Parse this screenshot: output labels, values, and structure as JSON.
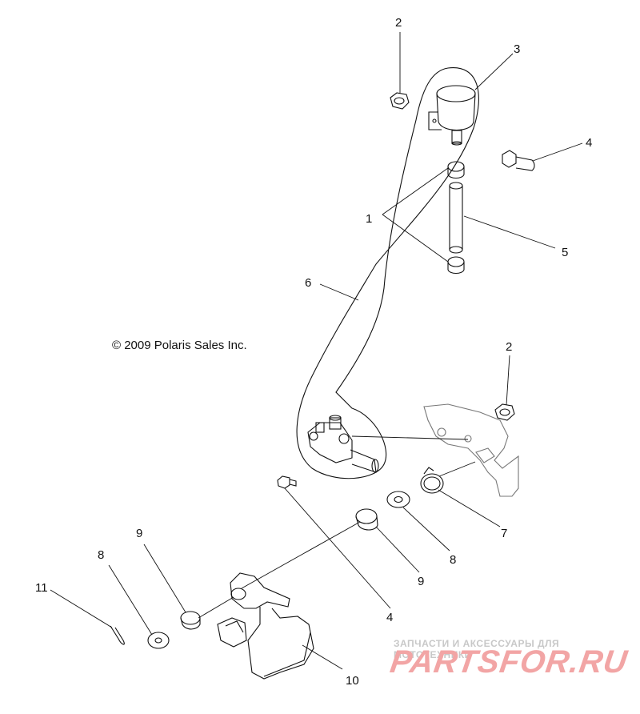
{
  "copyright": "© 2009 Polaris Sales Inc.",
  "callouts": [
    "1",
    "2",
    "2",
    "3",
    "4",
    "4",
    "5",
    "6",
    "7",
    "8",
    "8",
    "9",
    "9",
    "10",
    "11"
  ],
  "watermark": {
    "subtitle": "ЗАПЧАСТИ И АКСЕССУАРЫ ДЛЯ МОТОТЕХНИКИ",
    "brand": "PARTSFOR.RU"
  },
  "colors": {
    "line": "#111111",
    "watermark": "#f2a5a5",
    "watermark_sub": "#c8c8c8"
  }
}
